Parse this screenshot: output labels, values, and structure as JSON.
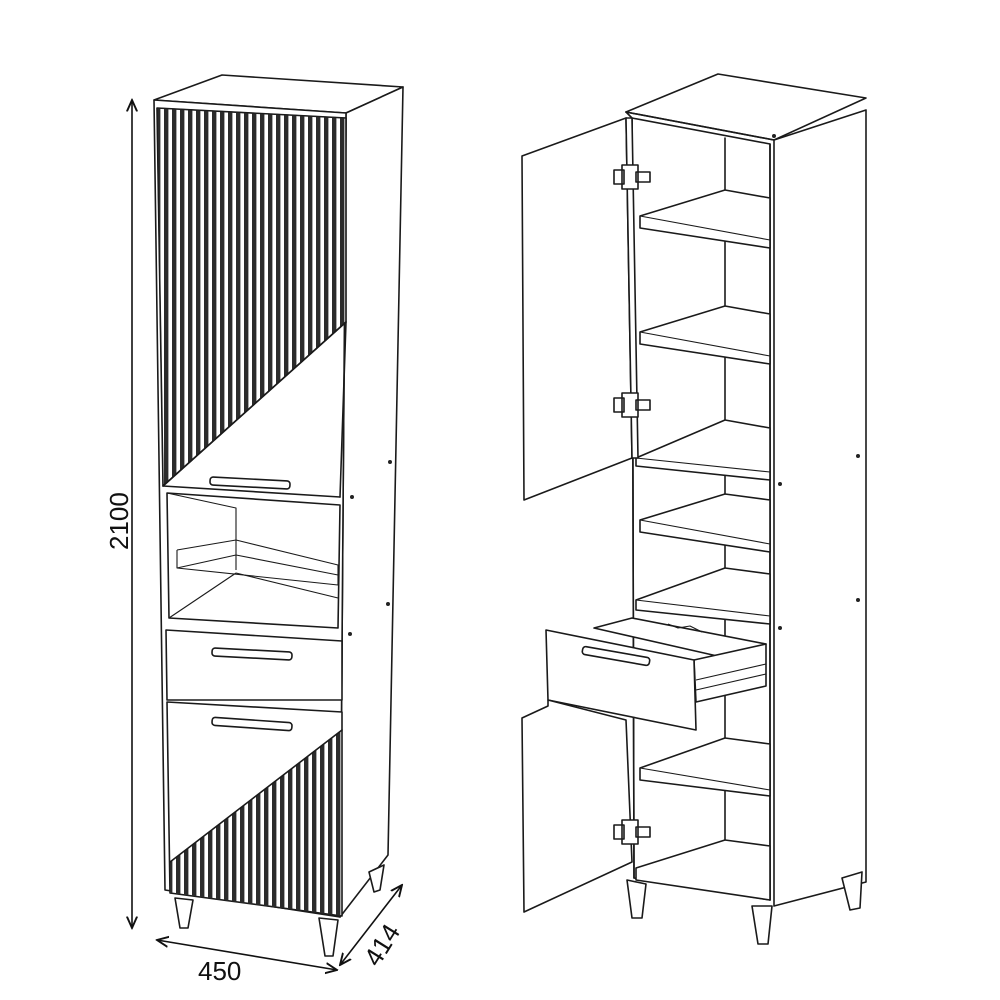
{
  "dimensions": {
    "height": "2100",
    "width": "450",
    "depth": "414"
  },
  "colors": {
    "line": "#1a1a1a",
    "fluting": "#2b2b2b",
    "background": "#ffffff"
  }
}
